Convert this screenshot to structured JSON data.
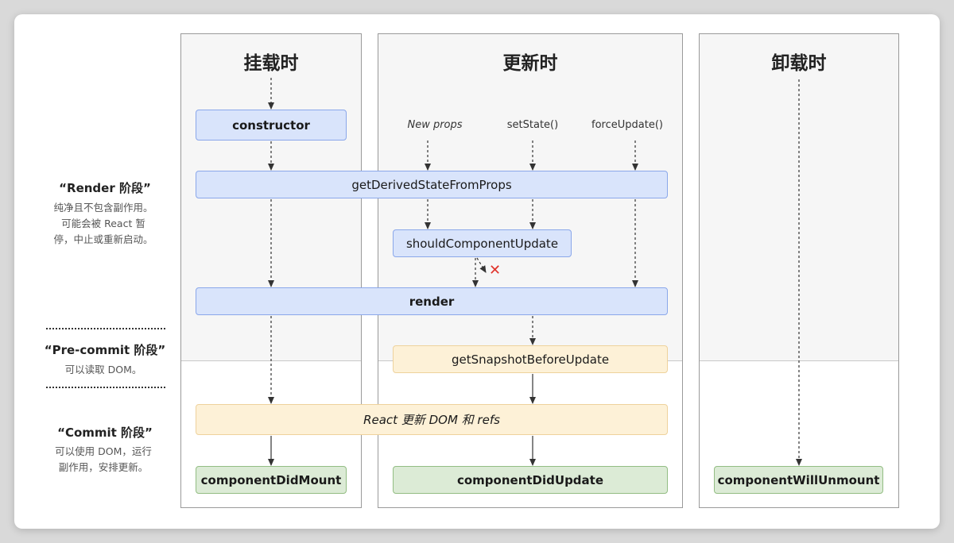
{
  "columns": {
    "mount": "挂载时",
    "update": "更新时",
    "unmount": "卸载时"
  },
  "phases": {
    "render": {
      "title": "“Render 阶段”",
      "desc": [
        "纯净且不包含副作用。",
        "可能会被 React 暂",
        "停，中止或重新启动。"
      ]
    },
    "precommit": {
      "title": "“Pre-commit 阶段”",
      "desc": [
        "可以读取 DOM。"
      ]
    },
    "commit": {
      "title": "“Commit 阶段”",
      "desc": [
        "可以使用 DOM，运行",
        "副作用，安排更新。"
      ]
    }
  },
  "triggers": {
    "new_props": "New props",
    "set_state": "setState()",
    "force_update": "forceUpdate()"
  },
  "methods": {
    "constructor": "constructor",
    "get_derived_state": "getDerivedStateFromProps",
    "should_update": "shouldComponentUpdate",
    "render": "render",
    "get_snapshot": "getSnapshotBeforeUpdate",
    "react_update": "React 更新 DOM 和 refs",
    "did_mount": "componentDidMount",
    "did_update": "componentDidUpdate",
    "will_unmount": "componentWillUnmount"
  },
  "icons": {
    "cancel": "cross-icon"
  },
  "colors": {
    "render_phase_box": "#d9e4fb",
    "precommit_box": "#fdf1d7",
    "commit_box": "#dcebd6",
    "cancel_mark": "#e0332b"
  }
}
